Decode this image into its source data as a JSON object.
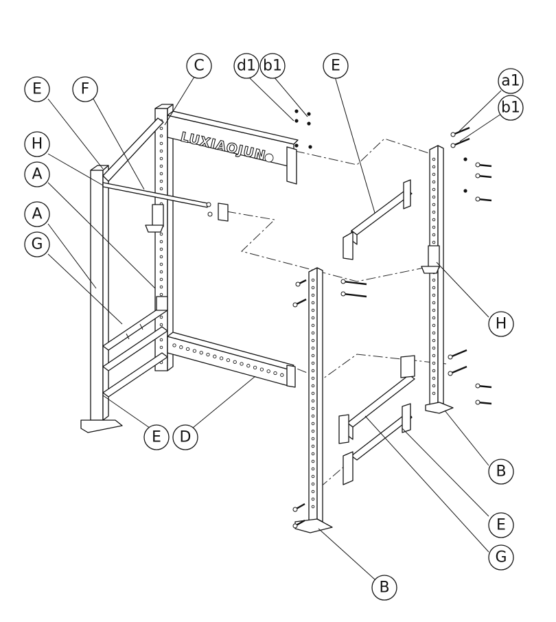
{
  "brand_text": "LUXIAOJUN",
  "callouts": [
    {
      "id": "c-C",
      "label": "C"
    },
    {
      "id": "c-d1",
      "label": "d1"
    },
    {
      "id": "c-b1-top",
      "label": "b1"
    },
    {
      "id": "c-E-top",
      "label": "E"
    },
    {
      "id": "c-a1",
      "label": "a1"
    },
    {
      "id": "c-b1-right",
      "label": "b1"
    },
    {
      "id": "c-E-left",
      "label": "E"
    },
    {
      "id": "c-F",
      "label": "F"
    },
    {
      "id": "c-H-left",
      "label": "H"
    },
    {
      "id": "c-A-1",
      "label": "A"
    },
    {
      "id": "c-A-2",
      "label": "A"
    },
    {
      "id": "c-G-left",
      "label": "G"
    },
    {
      "id": "c-H-right",
      "label": "H"
    },
    {
      "id": "c-E-bottom",
      "label": "E"
    },
    {
      "id": "c-D",
      "label": "D"
    },
    {
      "id": "c-B-right",
      "label": "B"
    },
    {
      "id": "c-E-right",
      "label": "E"
    },
    {
      "id": "c-G-right",
      "label": "G"
    },
    {
      "id": "c-B-bottom",
      "label": "B"
    }
  ]
}
